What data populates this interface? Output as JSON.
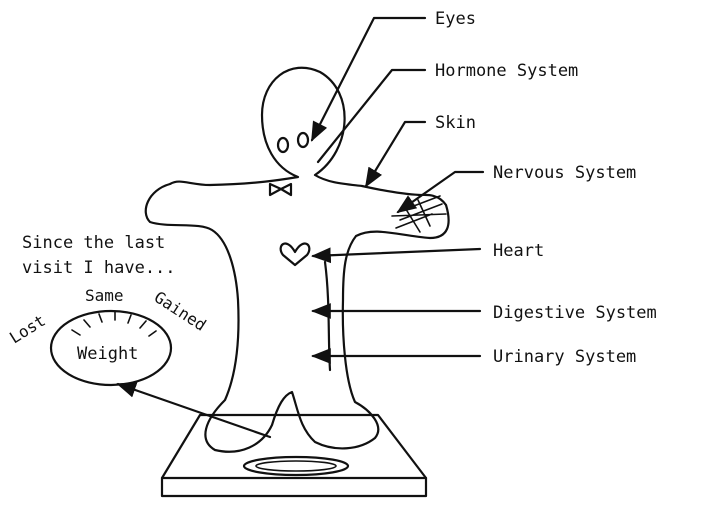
{
  "labels": {
    "eyes": "Eyes",
    "hormone": "Hormone System",
    "skin": "Skin",
    "nervous": "Nervous System",
    "heart": "Heart",
    "digestive": "Digestive System",
    "urinary": "Urinary System"
  },
  "note": {
    "line1": "Since the last",
    "line2": "visit I have..."
  },
  "scale": {
    "lost": "Lost",
    "same": "Same",
    "gained": "Gained",
    "weight": "Weight"
  }
}
